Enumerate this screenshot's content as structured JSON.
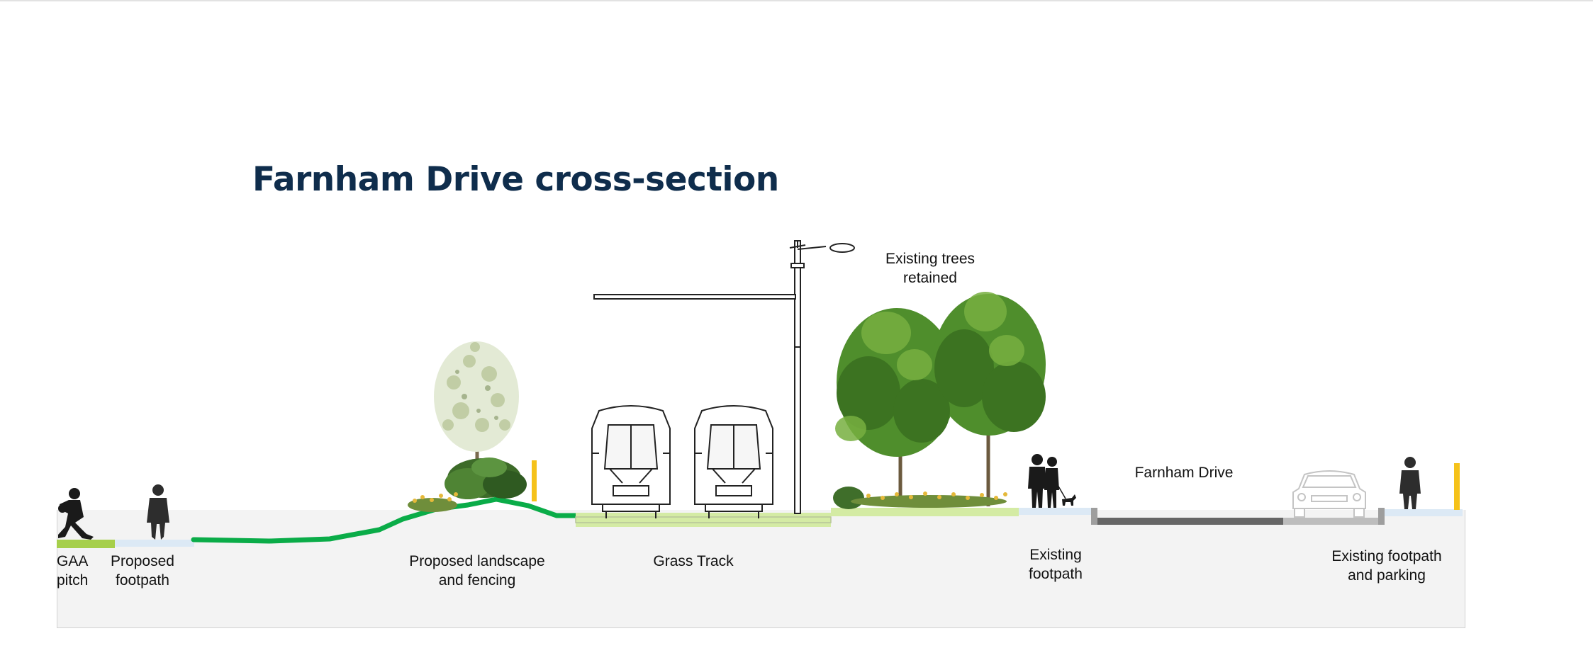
{
  "title": "Farnham Drive cross-section",
  "labels": {
    "gaa_pitch": "GAA\npitch",
    "proposed_footpath": "Proposed\nfootpath",
    "landscape_fencing": "Proposed landscape\nand fencing",
    "grass_track": "Grass Track",
    "existing_trees": "Existing trees\nretained",
    "existing_footpath": "Existing\nfootpath",
    "farnham_drive": "Farnham Drive",
    "footpath_parking": "Existing footpath\nand parking"
  },
  "colors": {
    "title": "#0f2d4c",
    "embankment": "#0aac48",
    "pitch": "#a6cf4b",
    "grass_track": "#d4eba4",
    "footpath": "#dce9f5",
    "road": "#666666",
    "parking": "#bdbdbd",
    "bollard": "#f5c21a",
    "tree": "#4f8e2c"
  }
}
